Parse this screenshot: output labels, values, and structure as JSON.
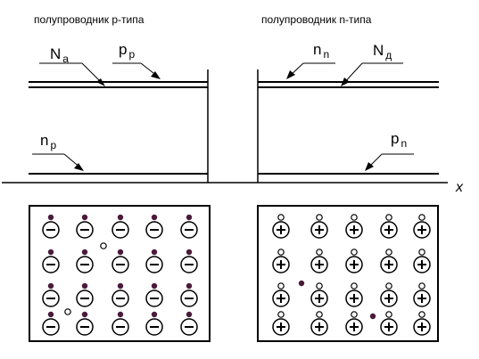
{
  "p_side": {
    "heading": "полупроводник p-типа",
    "label_na": {
      "main": "N",
      "sub": "a"
    },
    "label_pp": {
      "main": "p",
      "sub": "p"
    },
    "label_np": {
      "main": "n",
      "sub": "p"
    }
  },
  "n_side": {
    "heading": "полупроводник n-типа",
    "label_nn": {
      "main": "n",
      "sub": "n"
    },
    "label_nd": {
      "main": "N",
      "sub": "д"
    },
    "label_pn": {
      "main": "p",
      "sub": "n"
    }
  },
  "axis": {
    "label": "x"
  },
  "ions": {
    "acceptor_symbol": "−",
    "donor_symbol": "+"
  },
  "colors": {
    "line": "#000000",
    "hole_dot": "#4a1a3a",
    "background": "#ffffff"
  }
}
